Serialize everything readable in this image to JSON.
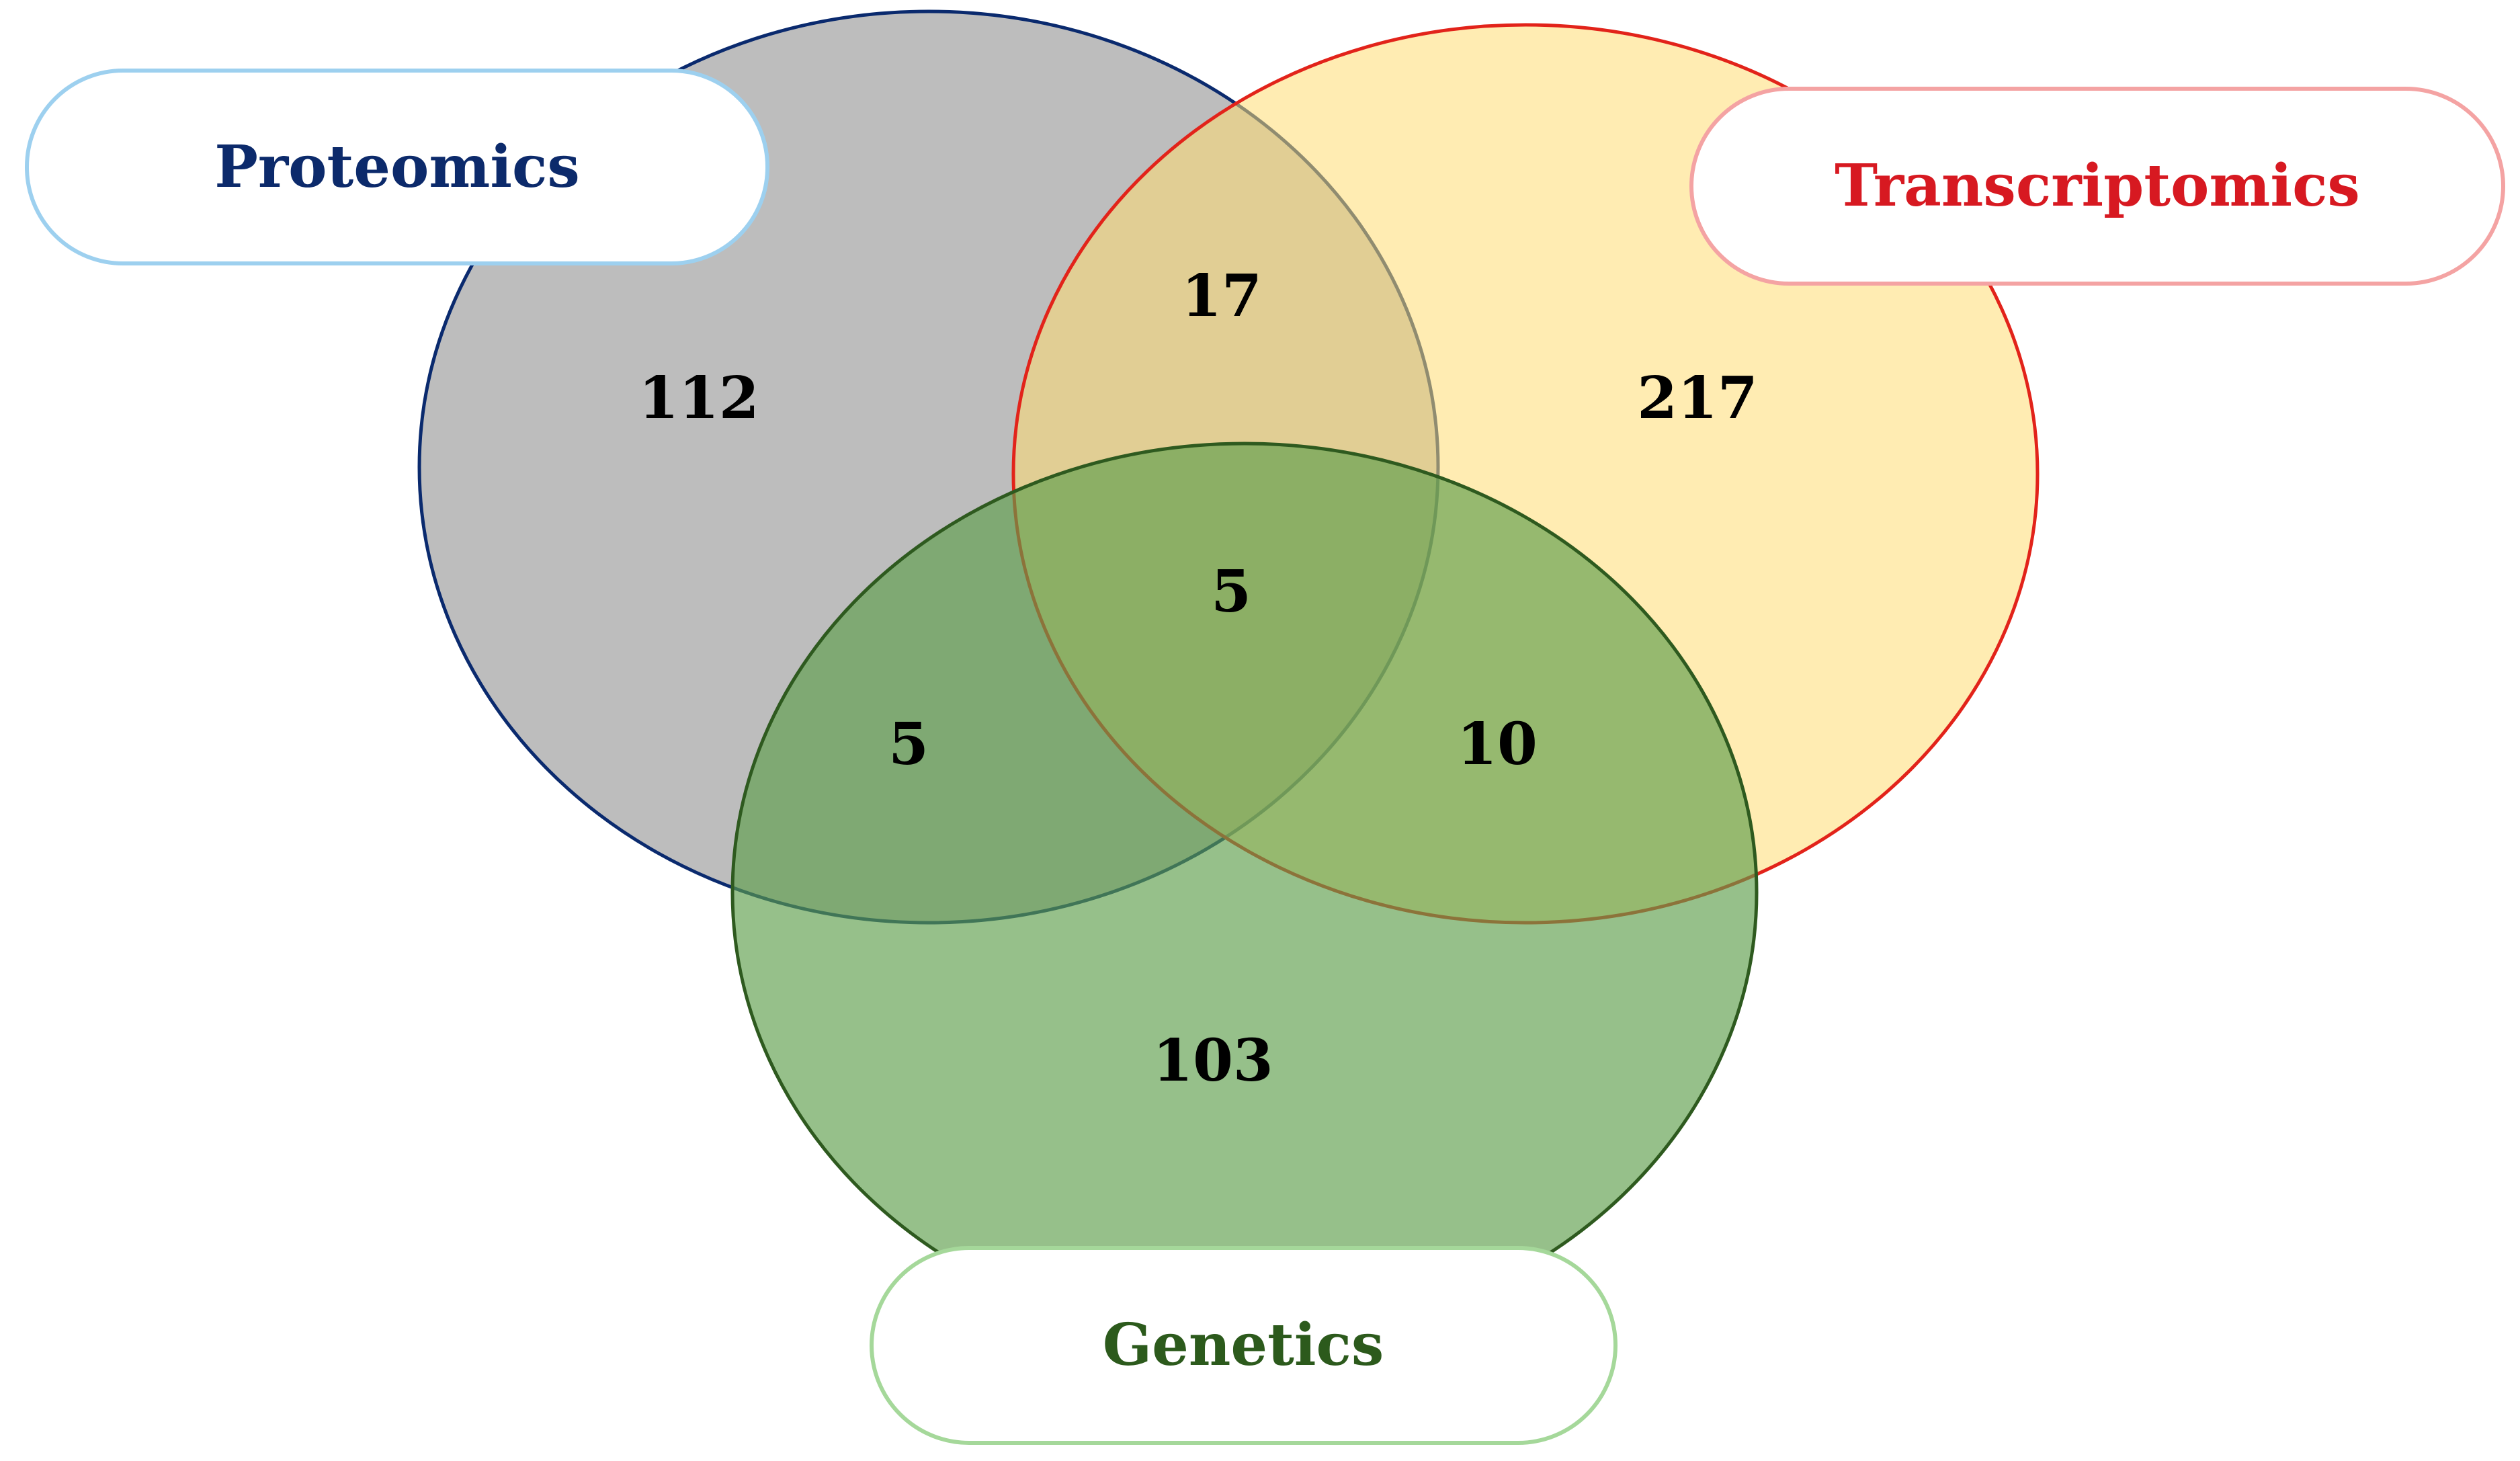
{
  "sets": {
    "proteomics": {
      "label": "Proteomics",
      "fill": "#bdbdbd",
      "stroke": "#0a2a6e",
      "text_color": "#0c2a6b",
      "pill_stroke": "#9dd0ef"
    },
    "transcriptomics": {
      "label": "Transcriptomics",
      "fill": "#ffdc73",
      "stroke": "#e2231a",
      "text_color": "#d71921",
      "pill_stroke": "#f4a3a3"
    },
    "genetics": {
      "label": "Genetics",
      "fill": "#5e9e4c",
      "stroke": "#2e5a1f",
      "text_color": "#2c5a1c",
      "pill_stroke": "#a5d89a"
    }
  },
  "regions": {
    "proteomics_only": "112",
    "transcriptomics_only": "217",
    "genetics_only": "103",
    "proteomics_transcriptomics": "17",
    "proteomics_genetics": "5",
    "transcriptomics_genetics": "10",
    "all_three": "5"
  }
}
